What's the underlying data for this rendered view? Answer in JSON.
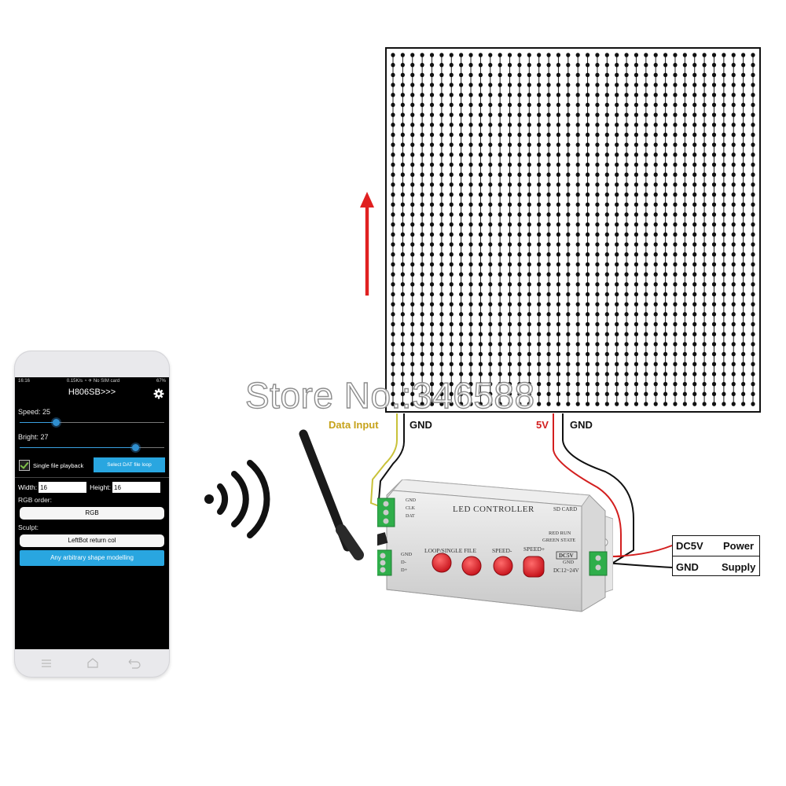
{
  "phone": {
    "status_left": "16:16",
    "status_mid": "0.15K/s  ◔  ✈ No SIM card",
    "status_right": "67%",
    "app_title": "H806SB>>>",
    "speed_label": "Speed:  25",
    "speed_level": 0.25,
    "bright_label": "Bright:  27",
    "bright_level": 0.8,
    "playback_label": "Single file playback",
    "playback_checked": true,
    "select_button": "Select DAT file loop",
    "width_label": "Width:",
    "width_value": "16",
    "height_label": "Height:",
    "height_value": "16",
    "rgb_order_label": "RGB order:",
    "rgb_order_value": "RGB",
    "sculpt_label": "Sculpt:",
    "sculpt_value": "LeftBot return col",
    "modelling_button": "Any arbitrary shape modelling"
  },
  "watermark": "Store No.:346588",
  "wiring": {
    "data_input": "Data Input",
    "gnd_left": "GND",
    "v5": "5V",
    "gnd_right": "GND"
  },
  "controller": {
    "title": "LED CONTROLLER",
    "sd_card": "SD CARD",
    "out_gnd": "GND",
    "out_clk": "CLK",
    "out_dat": "DAT",
    "in_gnd": "GND",
    "in_dminus": "D-",
    "in_dplus": "D+",
    "btn_loop": "LOOP/SINGLE FILE",
    "btn_speed_minus": "SPEED-",
    "btn_speed_plus": "SPEED+",
    "status_red": "RED  RUN",
    "status_green": "GREEN STATE",
    "dc5v_tag": "DC5V",
    "pwr_gnd": "GND",
    "dc_range": "DC12~24V"
  },
  "power_supply": {
    "dc5v": "DC5V",
    "gnd": "GND",
    "power": "Power",
    "supply": "Supply"
  },
  "colors": {
    "wifi": "#111111",
    "arrow": "#e02020",
    "wire_yellow": "#c9c23a",
    "wire_red": "#d31f1f",
    "wire_black": "#111111",
    "button_blue": "#29a6e0",
    "controller_red": "#e0222a",
    "terminal_green": "#2fae4a"
  },
  "icons": {
    "settings": "gear-icon",
    "wifi": "wifi-icon",
    "direction": "up-arrow-icon",
    "antenna": "antenna-icon"
  }
}
